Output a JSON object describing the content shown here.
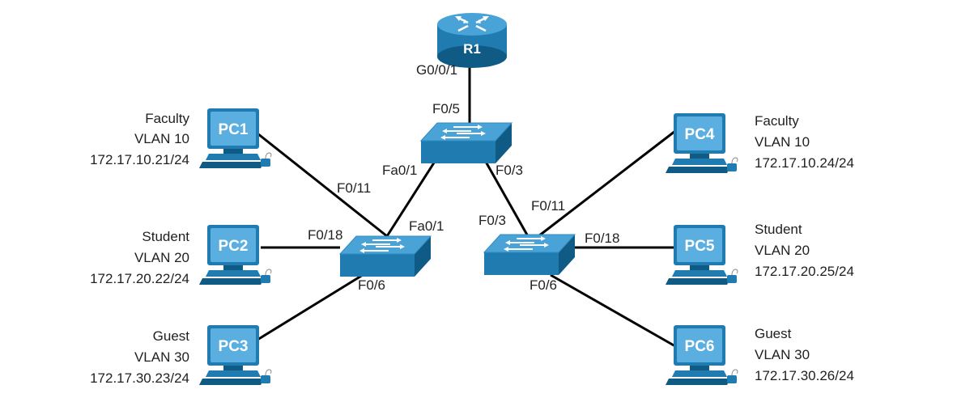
{
  "router": {
    "name": "R1",
    "port": "G0/0/1"
  },
  "switches": {
    "top": {
      "port_up": "F0/5",
      "port_left": "Fa0/1",
      "port_right": "F0/3"
    },
    "left": {
      "port_up": "Fa0/1",
      "port_pc1": "F0/11",
      "port_pc2": "F0/18",
      "port_pc3": "F0/6"
    },
    "right": {
      "port_up": "F0/3",
      "port_pc4": "F0/11",
      "port_pc5": "F0/18",
      "port_pc6": "F0/6"
    }
  },
  "pcs": [
    {
      "name": "PC1",
      "role": "Faculty",
      "vlan": "VLAN 10",
      "ip": "172.17.10.21/24"
    },
    {
      "name": "PC2",
      "role": "Student",
      "vlan": "VLAN 20",
      "ip": "172.17.20.22/24"
    },
    {
      "name": "PC3",
      "role": "Guest",
      "vlan": "VLAN 30",
      "ip": "172.17.30.23/24"
    },
    {
      "name": "PC4",
      "role": "Faculty",
      "vlan": "VLAN 10",
      "ip": "172.17.10.24/24"
    },
    {
      "name": "PC5",
      "role": "Student",
      "vlan": "VLAN 20",
      "ip": "172.17.20.25/24"
    },
    {
      "name": "PC6",
      "role": "Guest",
      "vlan": "VLAN 30",
      "ip": "172.17.30.26/24"
    }
  ],
  "colors": {
    "device": "#1f7bb0",
    "device_dark": "#0f5b85",
    "device_light": "#4aa3d6",
    "link": "#000000"
  }
}
